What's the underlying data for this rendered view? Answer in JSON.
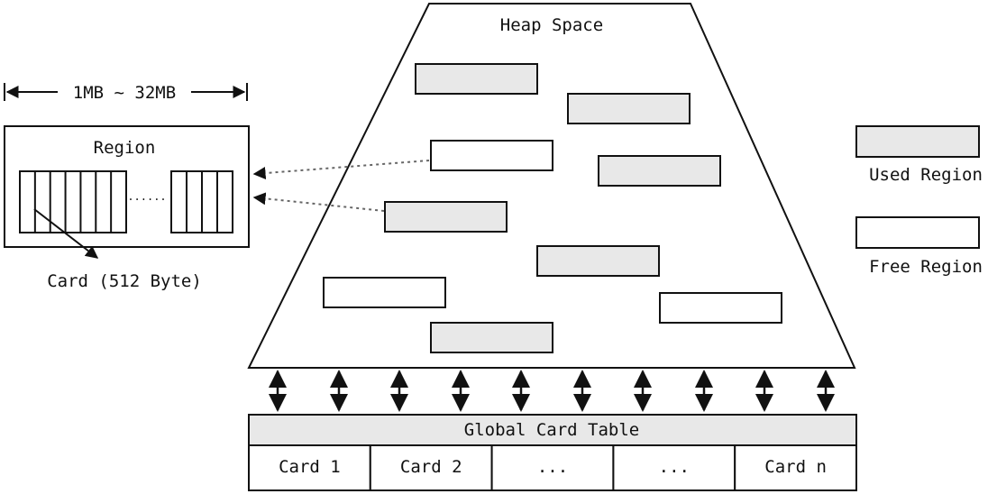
{
  "heap": {
    "title": "Heap Space",
    "regions": [
      {
        "status": "used"
      },
      {
        "status": "used"
      },
      {
        "status": "free"
      },
      {
        "status": "used"
      },
      {
        "status": "used"
      },
      {
        "status": "used"
      },
      {
        "status": "free"
      },
      {
        "status": "free"
      },
      {
        "status": "used"
      }
    ]
  },
  "region_detail": {
    "size_label": "1MB ~ 32MB",
    "title": "Region",
    "ellipsis": "......",
    "card_label": "Card (512 Byte)"
  },
  "legend": {
    "used_label": "Used Region",
    "free_label": "Free Region"
  },
  "card_table": {
    "title": "Global Card Table",
    "cells": [
      "Card 1",
      "Card 2",
      "...",
      "...",
      "Card n"
    ]
  },
  "colors": {
    "used_fill": "#e8e8e8",
    "free_fill": "#ffffff",
    "line": "#111111",
    "dotted_arrow": "#666666"
  },
  "icons": [
    "double-arrow-icon",
    "arrow-icon"
  ]
}
